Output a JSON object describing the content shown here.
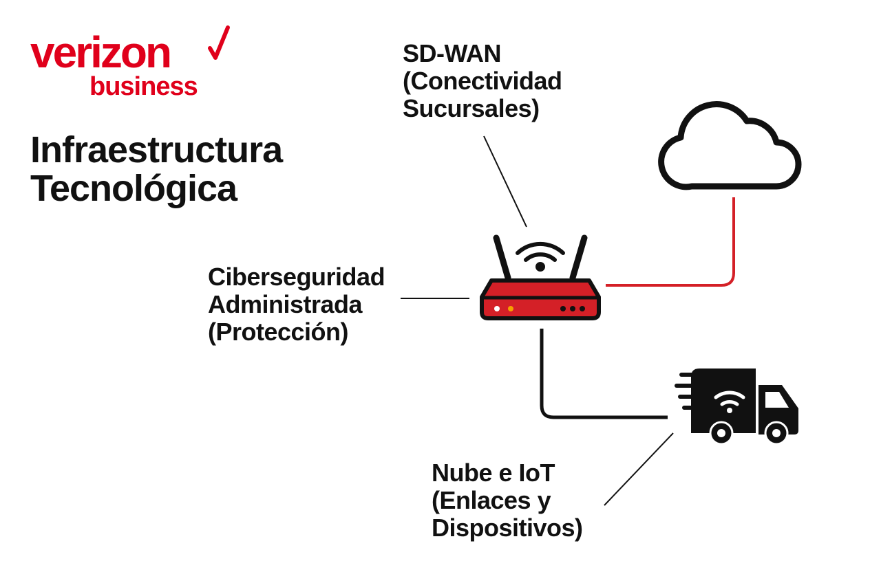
{
  "logo": {
    "word": "verizon",
    "sub": "business",
    "brand_color": "#e0001b"
  },
  "title": {
    "line1": "Infraestructura",
    "line2": "Tecnológica"
  },
  "labels": {
    "sdwan": {
      "line1": "SD-WAN",
      "line2": "(Conectividad",
      "line3": "Sucursales)"
    },
    "security": {
      "line1": "Ciberseguridad",
      "line2": "Administrada",
      "line3": "(Protección)"
    },
    "iot": {
      "line1": "Nube e IoT",
      "line2": "(Enlaces y",
      "line3": "Dispositivos)"
    }
  },
  "icons": [
    "cloud-icon",
    "router-icon",
    "wifi-icon",
    "delivery-truck-icon",
    "verizon-check-icon"
  ],
  "colors": {
    "accent": "#e0001b",
    "ink": "#111111",
    "router_body": "#d42027"
  }
}
